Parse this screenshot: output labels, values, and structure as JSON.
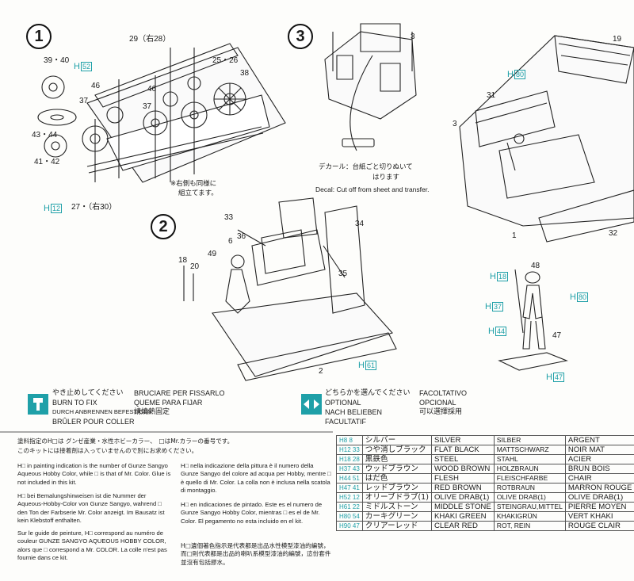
{
  "steps": [
    "1",
    "2",
    "3"
  ],
  "step1": {
    "labels": [
      "29（右28）",
      "39・40",
      "46",
      "37",
      "46",
      "37",
      "25・26",
      "38",
      "43・44",
      "41・42",
      "27・（右30）"
    ],
    "h_codes": [
      "H",
      "52",
      "H",
      "12"
    ],
    "note_jp": [
      "※右側も同様に",
      "組立てます。"
    ]
  },
  "step2": {
    "labels": [
      "33",
      "34",
      "36",
      "6",
      "35",
      "49",
      "18",
      "20",
      "2"
    ],
    "h_code": [
      "H",
      "61"
    ]
  },
  "step3": {
    "labels": [
      "3"
    ],
    "decal_jp": [
      "デカール：台紙ごと切りぬいて",
      "はります"
    ],
    "decal_en": "Decal: Cut off from sheet and transfer."
  },
  "step4": {
    "labels": [
      "19",
      "31",
      "3",
      "1",
      "32"
    ],
    "h_code": [
      "H",
      "80"
    ]
  },
  "figure": {
    "labels": [
      "48",
      "47"
    ],
    "h_codes": [
      [
        "H",
        "18"
      ],
      [
        "H",
        "80"
      ],
      [
        "H",
        "37"
      ],
      [
        "H",
        "44"
      ],
      [
        "H",
        "47"
      ]
    ]
  },
  "legend_fix": {
    "jp": "やき止めしてください",
    "en": "BURN TO FIX",
    "de": "DURCH ANBRENNEN BEFESTIGEN",
    "fr": "BRÛLER POUR COLLER",
    "it": "BRUCIARE PER FISSARLO",
    "es": "QUEME PARA FIJAR",
    "zh": "請燒熱固定"
  },
  "legend_optional": {
    "jp": "どちらかを選んでください",
    "en": "OPTIONAL",
    "de": "NACH BELIEBEN",
    "fr": "FACULTATIF",
    "it": "FACOLTATIVO",
    "es": "OPCIONAL",
    "zh": "可以選擇採用"
  },
  "notes": {
    "jp": [
      "塗料指定のH□は グンゼ産業・水性ホビーカラー、　□はMr.カラーの番号です。",
      "このキットには接着剤は入っていませんので別にお求めください。"
    ],
    "en": "H□ in painting indication is the number of Gunze Sangyo Aqueous Hobby Color, while □ is that of Mr. Color. Glue is not included in this kit.",
    "de": "H□ bei Bemalungshinweisen ist die Nummer der Aqueous-Hobby-Color von Gunze Sangyo, wahrend □ den Ton der Farbserie Mr. Color anzeigt. Im Bausatz ist kein Klebstoff enthalten.",
    "fr": "Sur le guide de peinture, H□ correspond au numéro de couleur GUNZE SANGYO AQUEOUS HOBBY COLOR, alors que □ correspond a Mr. COLOR. La colle n'est pas fournie dans ce kit.",
    "it": "H□ nella indicazione della pittura è il numero della Gunze Sangyo del colore ad acqua per Hobby, mentre □ è quello di Mr. Color. La colla non è inclusa nella scatola di montaggio.",
    "es": "H□ en indicaciones de pintado. Este es el numero de Gunze Sangyo Hobby Color, mientras □ es el de Mr. Color. El pegamento no esta incluido en el kit.",
    "zh": "H□遺個著色指示是代表都是出品水性模型漆油的編號，而□則代表都是出品的喇叭系模型漆油的編號，這份套件並沒有包括膠水。"
  },
  "color_table": [
    {
      "code": "H8 8",
      "jp": "シルバー",
      "en": "SILVER",
      "de": "SILBER",
      "fr": "ARGENT"
    },
    {
      "code": "H12 33",
      "jp": "つや消しブラック",
      "en": "FLAT BLACK",
      "de": "MATTSCHWARZ",
      "fr": "NOIR MAT"
    },
    {
      "code": "H18 28",
      "jp": "黒鉄色",
      "en": "STEEL",
      "de": "STAHL",
      "fr": "ACIER"
    },
    {
      "code": "H37 43",
      "jp": "ウッドブラウン",
      "en": "WOOD BROWN",
      "de": "HOLZBRAUN",
      "fr": "BRUN BOIS"
    },
    {
      "code": "H44 51",
      "jp": "はだ色",
      "en": "FLESH",
      "de": "FLEISCHFARBE",
      "fr": "CHAIR"
    },
    {
      "code": "H47 41",
      "jp": "レッドブラウン",
      "en": "RED BROWN",
      "de": "ROTBRAUN",
      "fr": "MARRON ROUGE"
    },
    {
      "code": "H52 12",
      "jp": "オリーブドラブ(1)",
      "en": "OLIVE DRAB(1)",
      "de": "OLIVE DRAB(1)",
      "fr": "OLIVE DRAB(1)"
    },
    {
      "code": "H61 22",
      "jp": "ミドルストーン",
      "en": "MIDDLE STONE",
      "de": "STEINGRAU,MITTEL",
      "fr": "PIERRE MOYEN"
    },
    {
      "code": "H80 54",
      "jp": "カーキグリーン",
      "en": "KHAKI GREEN",
      "de": "KHAKIGRÜN",
      "fr": "VERT KHAKI"
    },
    {
      "code": "H90 47",
      "jp": "クリアーレッド",
      "en": "CLEAR RED",
      "de": "ROT, REIN",
      "fr": "ROUGE CLAIR"
    }
  ],
  "colors": {
    "accent": "#1fa0a8",
    "ink": "#1a1a1a",
    "paper": "#fdfdfb"
  }
}
